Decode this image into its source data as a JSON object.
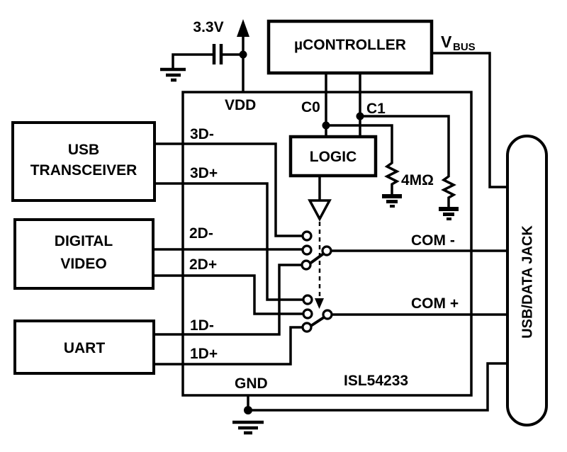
{
  "diagram": {
    "part_number": "ISL54233",
    "power": {
      "supply_label": "3.3V",
      "vdd_pin": "VDD",
      "gnd_pin": "GND"
    },
    "microcontroller": {
      "label": "µCONTROLLER"
    },
    "control": {
      "c0": "C0",
      "c1": "C1"
    },
    "vbus": {
      "main": "V",
      "sub": "BUS"
    },
    "logic": {
      "label": "LOGIC"
    },
    "pullup": {
      "value": "4MΩ"
    },
    "blocks": {
      "usb_transceiver": {
        "line1": "USB",
        "line2": "TRANSCEIVER"
      },
      "digital_video": {
        "line1": "DIGITAL",
        "line2": "VIDEO"
      },
      "uart": {
        "label": "UART"
      }
    },
    "pins": {
      "d3m": "3D-",
      "d3p": "3D+",
      "d2m": "2D-",
      "d2p": "2D+",
      "d1m": "1D-",
      "d1p": "1D+",
      "com_m": "COM -",
      "com_p": "COM +"
    },
    "jack": {
      "label": "USB/DATA JACK"
    }
  }
}
